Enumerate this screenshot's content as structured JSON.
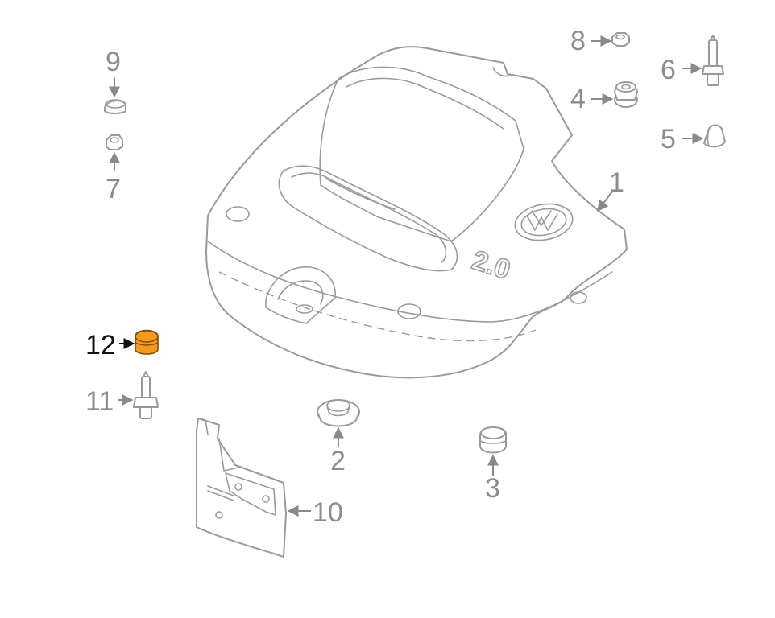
{
  "diagram": {
    "highlighted_part": "12",
    "colors": {
      "line": "#9a9a9a",
      "label": "#8c8c8c",
      "highlight": "#f39a1e",
      "active_label": "#111111"
    },
    "cover_emblem": "VW",
    "cover_marking": "2.0",
    "callouts": [
      {
        "id": "c1",
        "label": "1"
      },
      {
        "id": "c2",
        "label": "2"
      },
      {
        "id": "c3",
        "label": "3"
      },
      {
        "id": "c4",
        "label": "4"
      },
      {
        "id": "c5",
        "label": "5"
      },
      {
        "id": "c6",
        "label": "6"
      },
      {
        "id": "c7",
        "label": "7"
      },
      {
        "id": "c8",
        "label": "8"
      },
      {
        "id": "c9",
        "label": "9"
      },
      {
        "id": "c10",
        "label": "10"
      },
      {
        "id": "c11",
        "label": "11"
      },
      {
        "id": "c12",
        "label": "12"
      }
    ]
  }
}
